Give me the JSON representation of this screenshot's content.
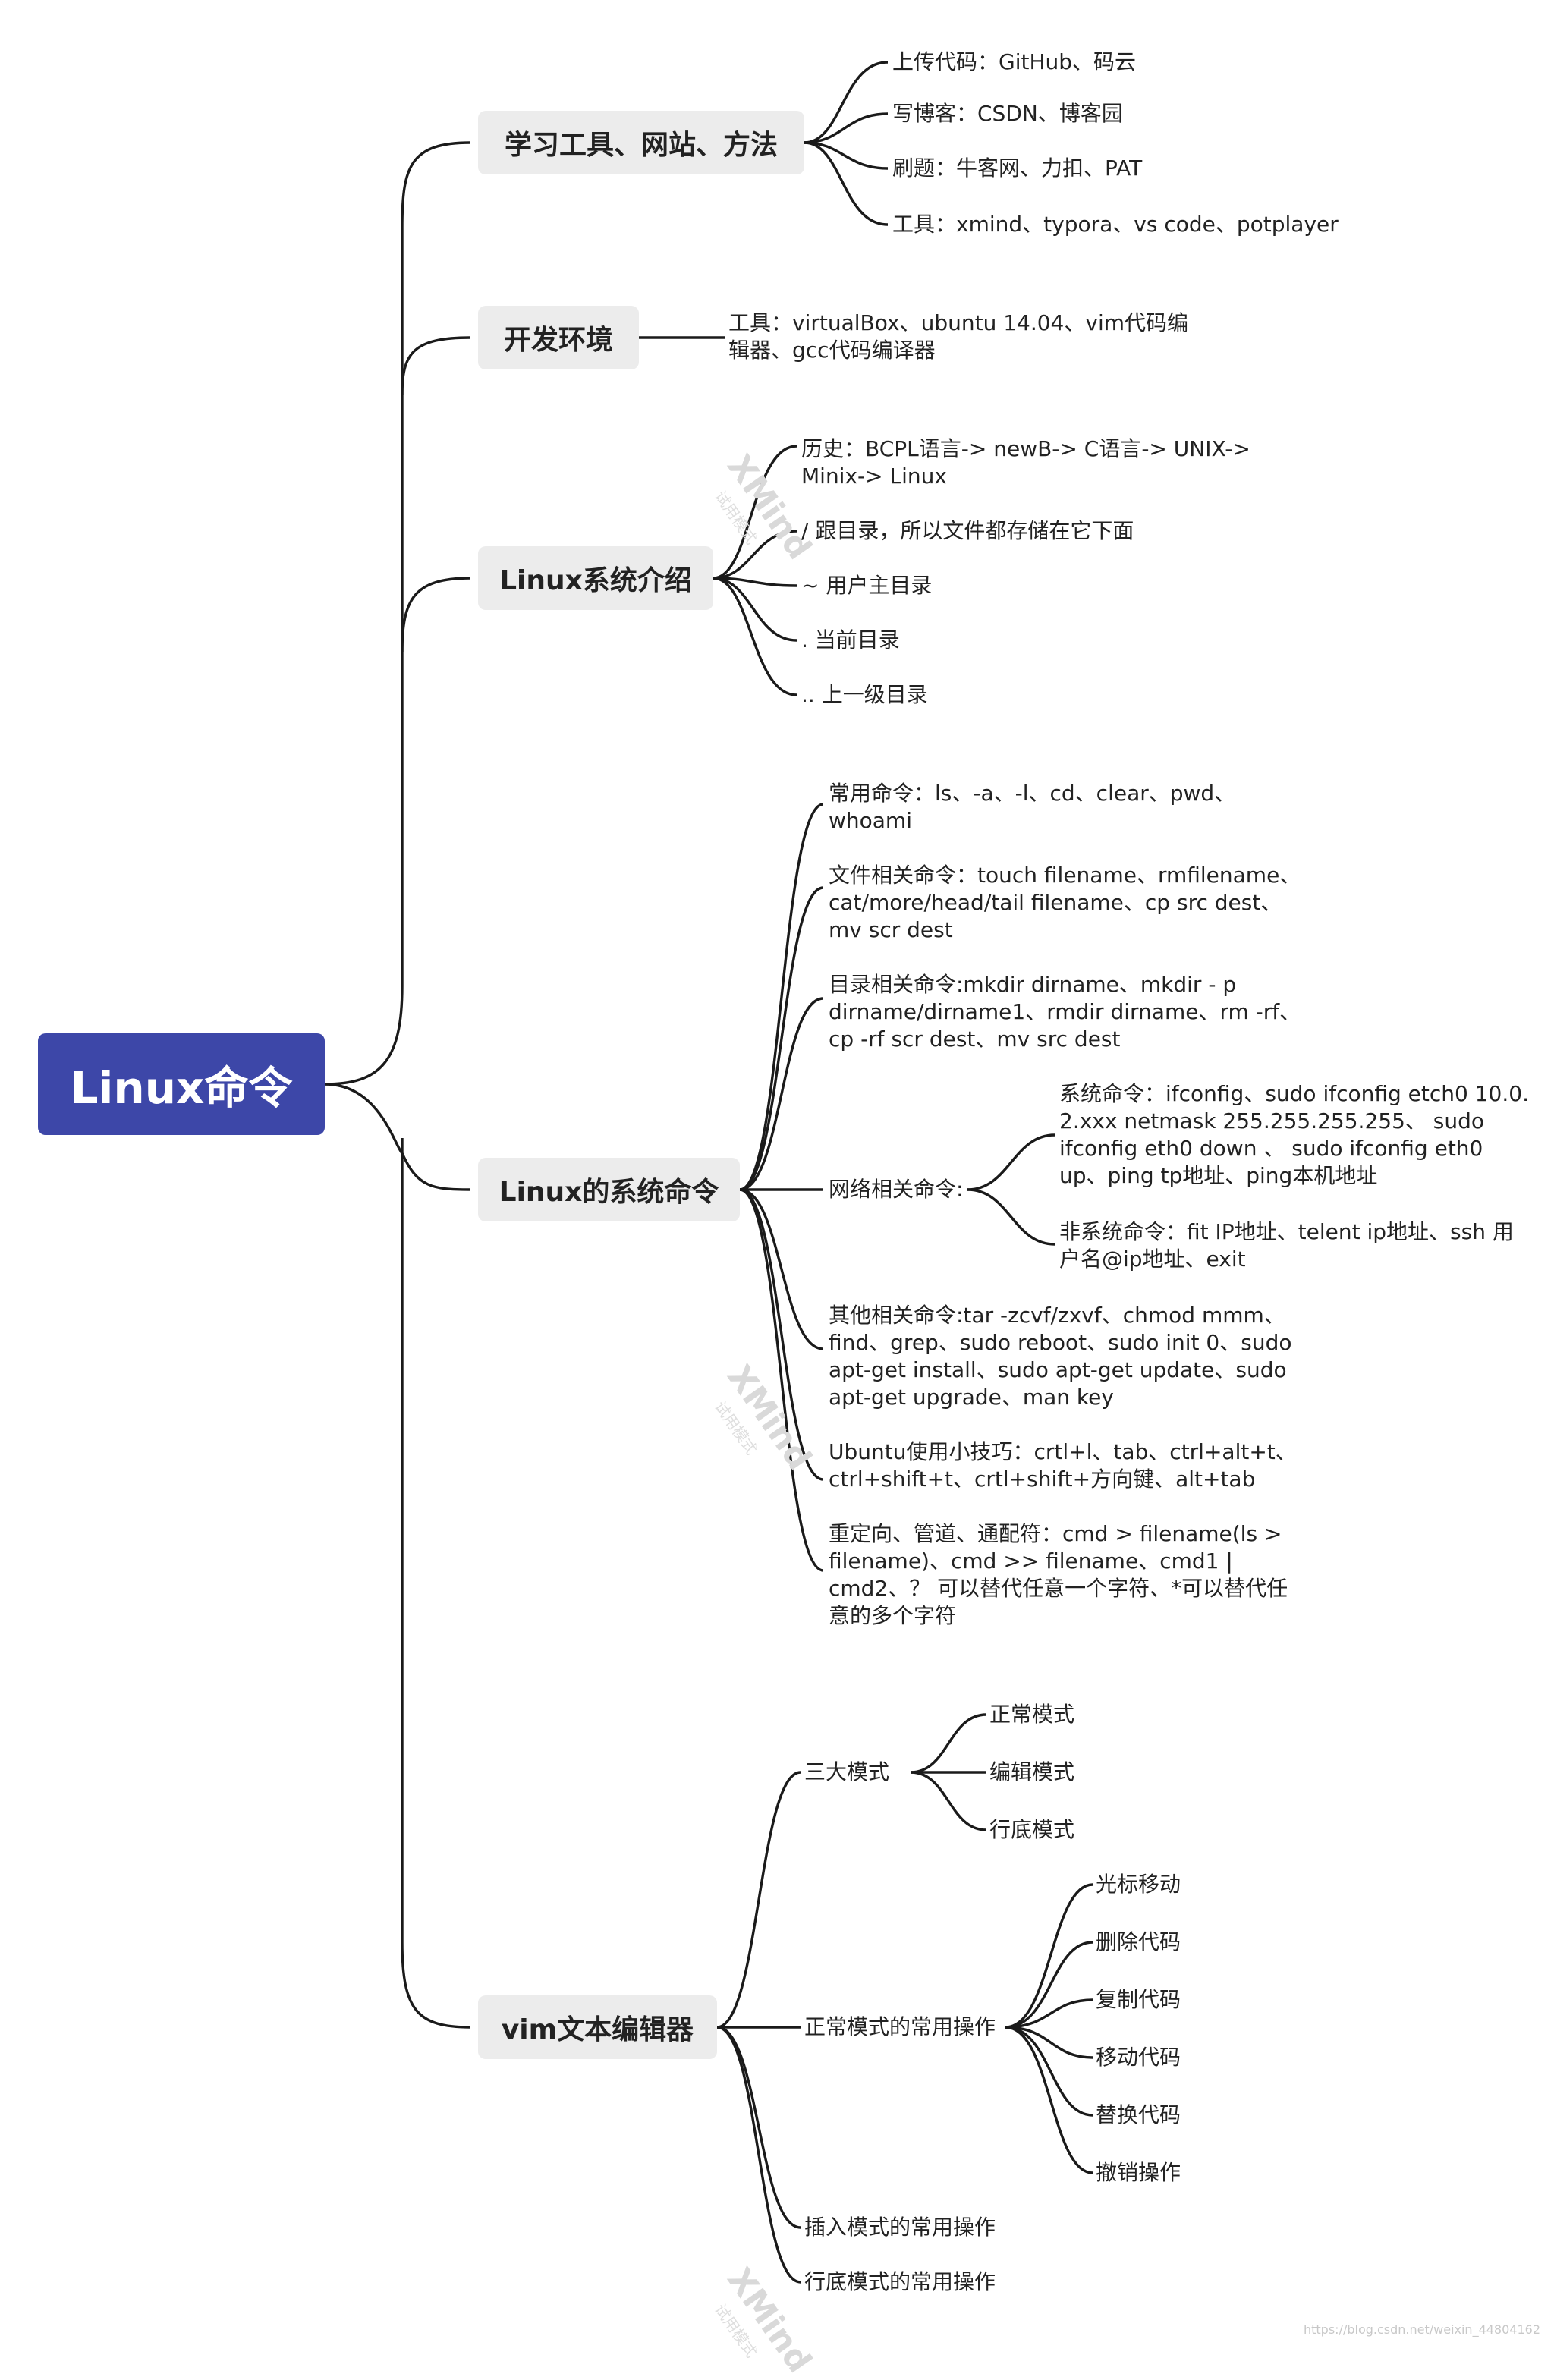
{
  "root": {
    "label": "Linux命令"
  },
  "branches": [
    {
      "label": "学习工具、网站、方法",
      "children": [
        "上传代码：GitHub、码云",
        "写博客：CSDN、博客园",
        "刷题：牛客网、力扣、PAT",
        "工具：xmind、typora、vs code、potplayer"
      ]
    },
    {
      "label": "开发环境",
      "children": [
        [
          "工具：virtualBox、ubuntu 14.04、vim代码编",
          "辑器、gcc代码编译器"
        ]
      ]
    },
    {
      "label": "Linux系统介绍",
      "children": [
        [
          "历史：BCPL语言-> newB-> C语言-> UNIX->",
          "Minix-> Linux"
        ],
        "/ 跟目录，所以文件都存储在它下面",
        "~ 用户主目录",
        ". 当前目录",
        ".. 上一级目录"
      ]
    },
    {
      "label": "Linux的系统命令",
      "children": [
        [
          "常用命令：ls、-a、-l、cd、clear、pwd、",
          "whoami"
        ],
        [
          "文件相关命令：touch filename、rmfilename、",
          "cat/more/head/tail filename、cp src dest、",
          "mv scr dest"
        ],
        [
          "目录相关命令:mkdir dirname、mkdir - p",
          "dirname/dirname1、rmdir dirname、rm -rf、",
          "cp -rf scr dest、mv src dest"
        ],
        "网络相关命令:",
        [
          "其他相关命令:tar -zcvf/zxvf、chmod mmm、",
          "find、grep、sudo reboot、sudo init 0、sudo",
          "apt-get install、sudo apt-get update、sudo",
          "apt-get upgrade、man key"
        ],
        [
          "Ubuntu使用小技巧：crtl+l、tab、ctrl+alt+t、",
          "ctrl+shift+t、crtl+shift+方向键、alt+tab"
        ],
        [
          "重定向、管道、通配符：cmd > filename(ls >",
          "filename)、cmd >> filename、cmd1 |",
          "cmd2、？ 可以替代任意一个字符、*可以替代任",
          "意的多个字符"
        ]
      ],
      "network_children": [
        [
          "系统命令：ifconfig、sudo ifconfig etch0 10.0.",
          "2.xxx netmask 255.255.255.255、 sudo",
          "ifconfig eth0 down 、 sudo ifconfig eth0",
          "up、ping tp地址、ping本机地址"
        ],
        [
          "非系统命令：fit IP地址、telent ip地址、ssh 用",
          "户名@ip地址、exit"
        ]
      ]
    },
    {
      "label": "vim文本编辑器",
      "children": [
        "三大模式",
        "正常模式的常用操作",
        "插入模式的常用操作",
        "行底模式的常用操作"
      ],
      "modes": [
        "正常模式",
        "编辑模式",
        "行底模式"
      ],
      "normal_ops": [
        "光标移动",
        "删除代码",
        "复制代码",
        "移动代码",
        "替换代码",
        "撤销操作"
      ]
    }
  ],
  "watermark": {
    "brand": "XMind",
    "sub": "试用模式"
  },
  "footer": "https://blog.csdn.net/weixin_44804162"
}
